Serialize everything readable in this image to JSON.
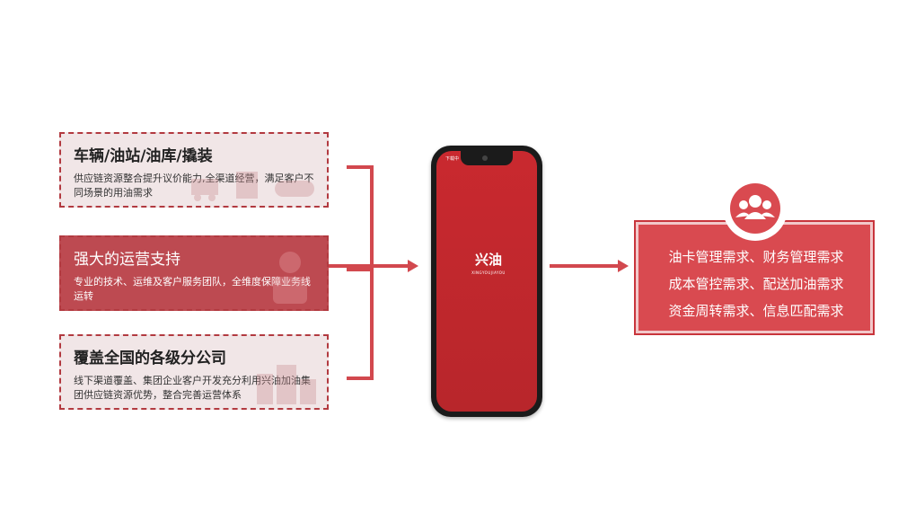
{
  "cards": [
    {
      "title": "车辆/油站/油库/撬装",
      "desc": "供应链资源整合提升议价能力,全渠道经营，满足客户不同场景的用油需求"
    },
    {
      "title": "强大的运营支持",
      "desc": "专业的技术、运维及客户服务团队，全维度保障业务线运转"
    },
    {
      "title": "覆盖全国的各级分公司",
      "desc": "线下渠道覆盖、集团企业客户开发充分利用兴油加油集团供应链资源优势，整合完善运营体系"
    }
  ],
  "phone": {
    "status": "下载中",
    "logo_main": "兴油",
    "logo_sub": "XINGYOUJIAYOU"
  },
  "requirements": [
    "油卡管理需求、财务管理需求",
    "成本管控需求、配送加油需求",
    "资金周转需求、信息匹配需求"
  ],
  "colors": {
    "accent": "#d2484e",
    "card_light": "#f1e6e7",
    "card_dark": "#bd4a51"
  }
}
